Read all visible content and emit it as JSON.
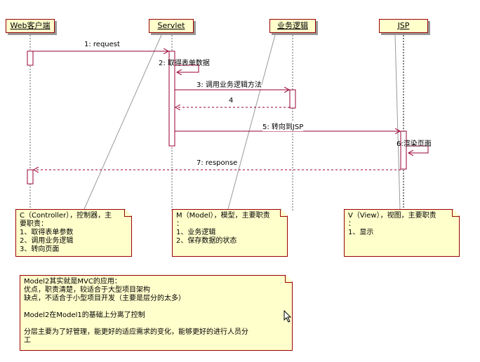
{
  "lifelines": [
    {
      "id": "web",
      "label": "Web客户端"
    },
    {
      "id": "servlet",
      "label": "Servlet"
    },
    {
      "id": "logic",
      "label": "业务逻辑"
    },
    {
      "id": "jsp",
      "label": "JSP"
    }
  ],
  "messages": [
    {
      "label": "1: request"
    },
    {
      "label": "2: 取得表单数据"
    },
    {
      "label": "3: 调用业务逻辑方法"
    },
    {
      "label": "4"
    },
    {
      "label": "5: 转向到JSP"
    },
    {
      "label": "6:渲染页面"
    },
    {
      "label": "7: response"
    }
  ],
  "notes": {
    "controller": [
      "C（Controller），控制器，主",
      "要职责：",
      "1、取得表单参数",
      "2、调用业务逻辑",
      "3、转向页面"
    ],
    "model": [
      "M（Model），模型，主要职责",
      "：",
      "1、业务逻辑",
      "2、保存数据的状态"
    ],
    "view": [
      "V（View），视图，主要职责",
      "：",
      "1、显示"
    ],
    "summary": [
      "Model2其实就是MVC的应用：",
      "优点，职责清楚，较适合于大型项目架构",
      "缺点，不适合于小型项目开发（主要是层分的太多）",
      "",
      "Model2在Model1的基础上分离了控制",
      "",
      "分层主要为了好管理，能更好的适应需求的变化，能够更好的进行人员分",
      "工"
    ]
  }
}
